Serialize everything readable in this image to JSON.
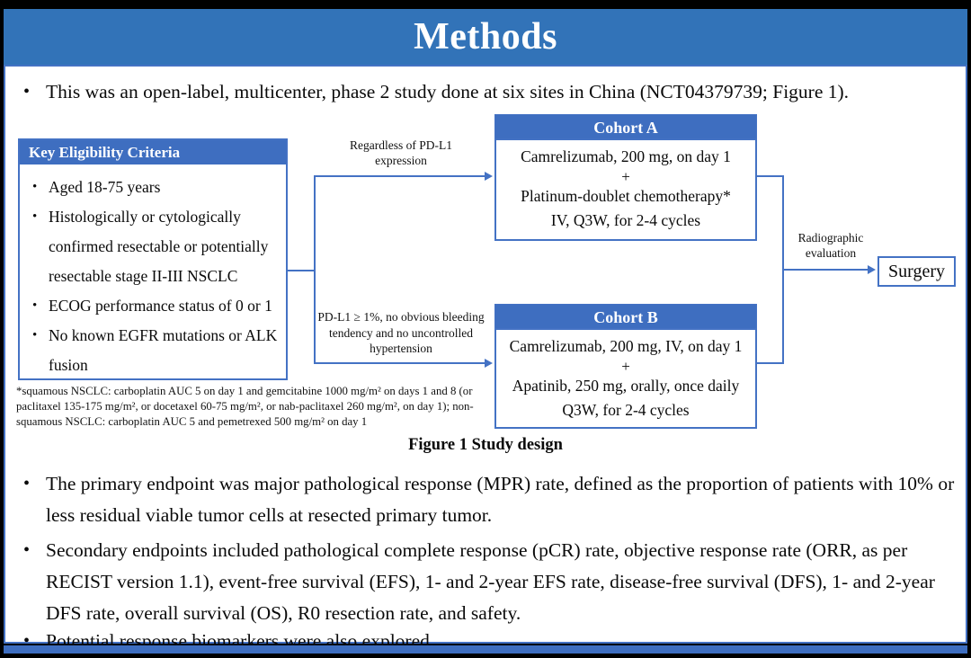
{
  "slide": {
    "title": "Methods",
    "intro_bullet": "This was an open-label, multicenter, phase 2 study done at six sites in China (NCT04379739; Figure 1).",
    "figure": {
      "eligibility": {
        "header": "Key Eligibility Criteria",
        "items": [
          "Aged 18-75 years",
          "Histologically or cytologically confirmed resectable or potentially resectable stage II-III NSCLC",
          "ECOG performance status of 0 or 1",
          "No known EGFR mutations or ALK fusion"
        ]
      },
      "branch_top_label": "Regardless of PD-L1 expression",
      "branch_bottom_label": "PD-L1 ≥ 1%, no obvious bleeding tendency and no uncontrolled hypertension",
      "cohort_a": {
        "header": "Cohort A",
        "lines": [
          "Camrelizumab, 200 mg, on day 1",
          "+",
          "Platinum-doublet chemotherapy*",
          "IV, Q3W, for 2-4 cycles"
        ]
      },
      "cohort_b": {
        "header": "Cohort B",
        "lines": [
          "Camrelizumab, 200 mg, IV, on day 1",
          "+",
          "Apatinib, 250 mg, orally, once daily",
          "Q3W, for 2-4 cycles"
        ]
      },
      "radiographic_label": "Radiographic evaluation",
      "surgery_label": "Surgery",
      "footnote": "*squamous NSCLC: carboplatin AUC 5 on day 1 and gemcitabine 1000 mg/m² on days 1 and 8 (or paclitaxel 135-175 mg/m², or docetaxel 60-75 mg/m², or nab-paclitaxel 260 mg/m², on day 1); non-squamous NSCLC: carboplatin AUC 5 and pemetrexed 500 mg/m² on day 1",
      "caption": "Figure 1 Study design"
    },
    "main_bullets": [
      "The primary endpoint was major pathological response (MPR) rate, defined as the proportion of patients with 10% or less residual viable tumor cells at resected primary tumor.",
      "Secondary endpoints included pathological complete response (pCR) rate, objective response rate (ORR, as per RECIST version 1.1), event-free survival (EFS), 1- and 2-year EFS rate, disease-free survival (DFS), 1- and 2-year DFS rate, overall survival (OS), R0 resection rate, and safety.",
      "Potential response biomarkers were also explored."
    ],
    "colors": {
      "title_bar": "#3273B8",
      "box_header": "#3E6EC0",
      "connector": "#4472C4",
      "bottom_bar": "#3E6EC0",
      "text": "#0a0a0a"
    }
  }
}
